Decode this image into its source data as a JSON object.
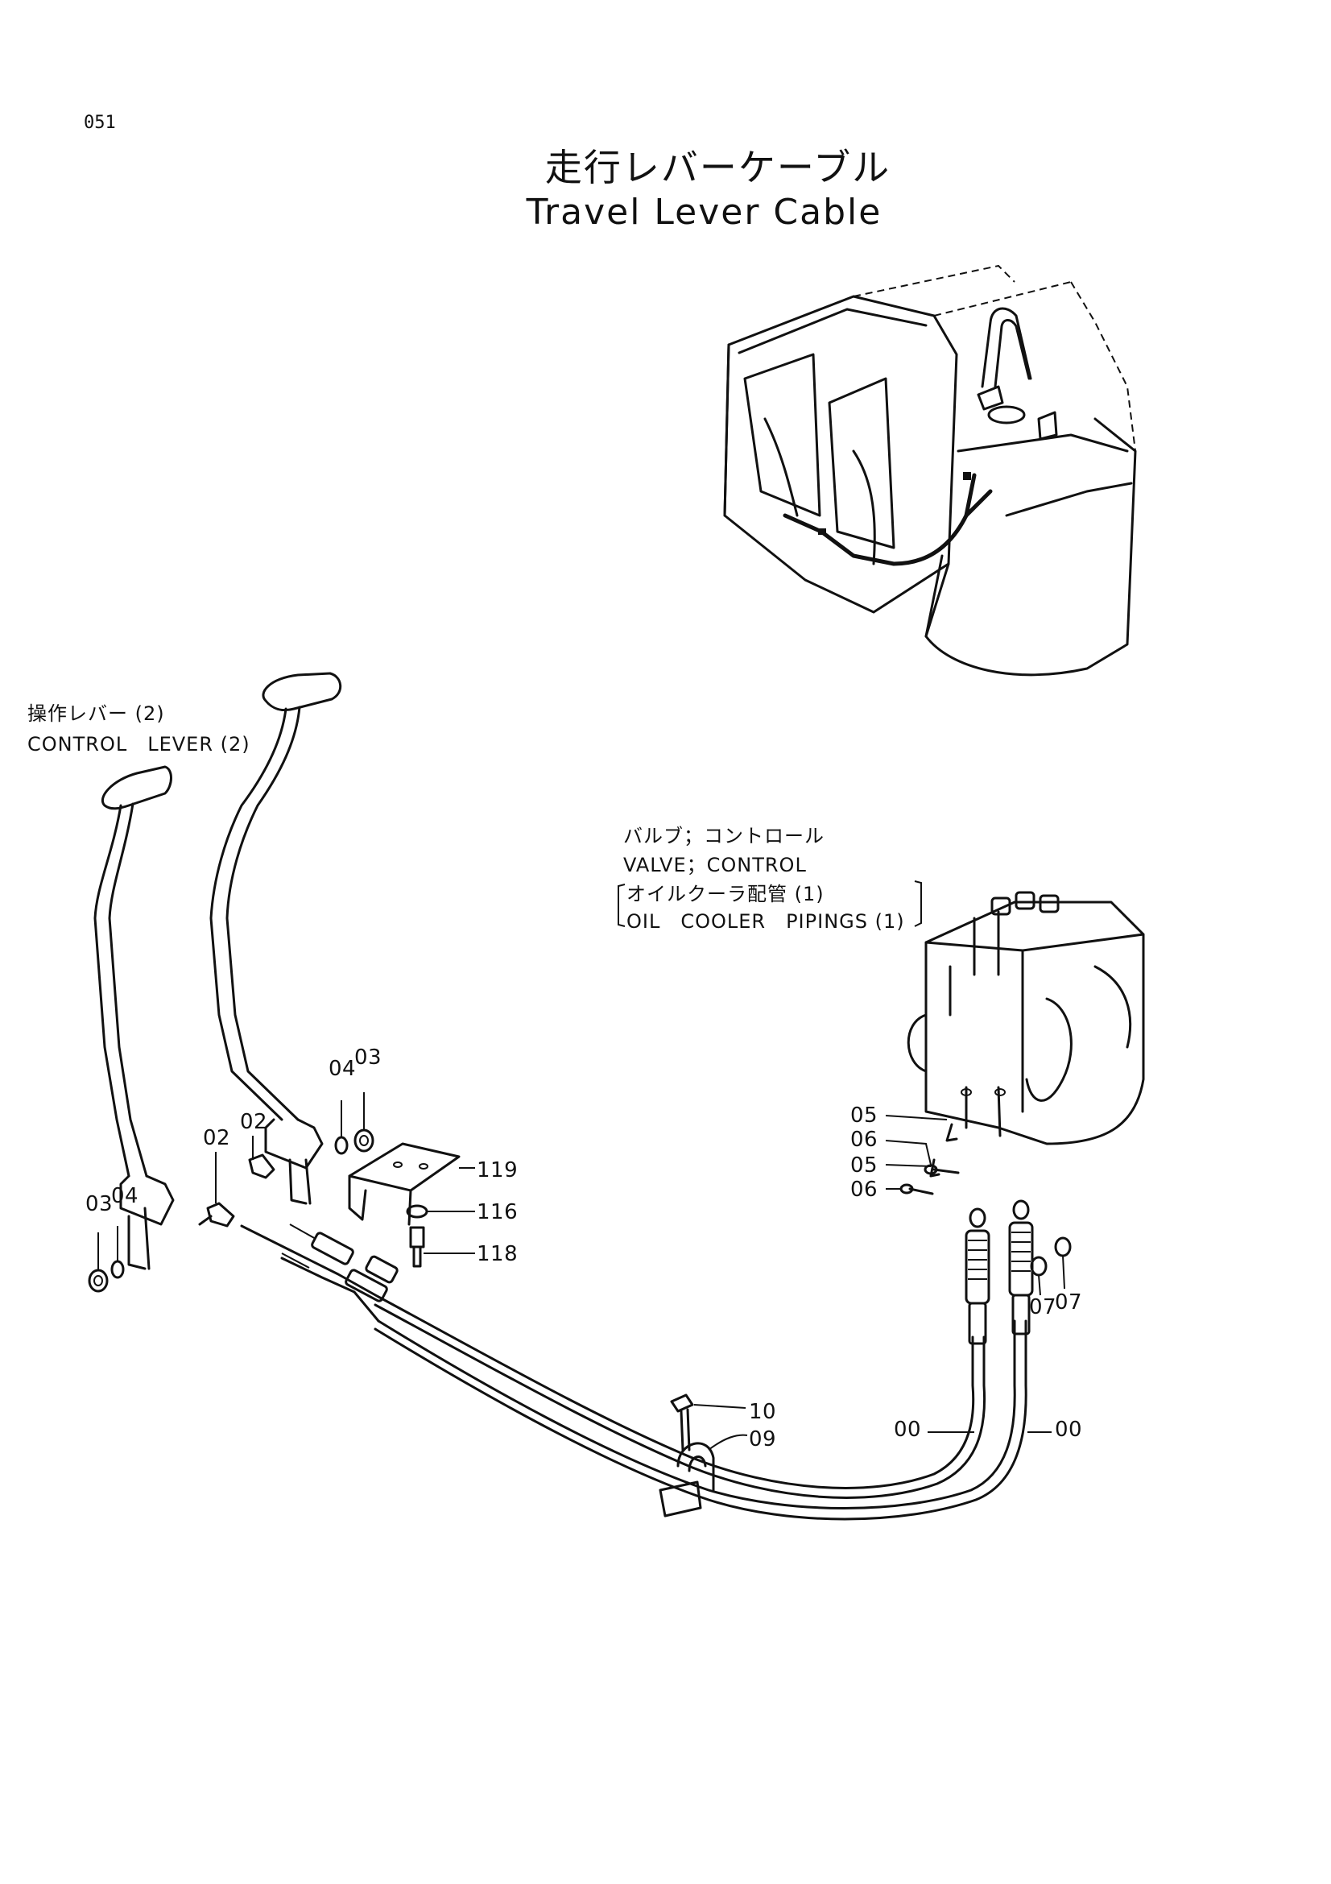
{
  "page_number": "051",
  "title_jp": "走行レバーケーブル",
  "title_en": "Travel Lever Cable",
  "notes": {
    "control_lever_jp": "操作レバー (2)",
    "control_lever_en": "CONTROL　LEVER (2)",
    "valve_jp": "バルブ；コントロール",
    "valve_en": "VALVE；CONTROL",
    "oil_cooler_jp": "オイルクーラ配管 (1)",
    "oil_cooler_en": "OIL　COOLER　PIPINGS (1)"
  },
  "callouts": {
    "c03_left": "03",
    "c04_left": "04",
    "c02_left": "02",
    "c02_mid": "02",
    "c04_mid": "04",
    "c03_mid": "03",
    "c119": "119",
    "c116": "116",
    "c118": "118",
    "c05_a": "05",
    "c06_a": "06",
    "c05_b": "05",
    "c06_b": "06",
    "c07_a": "07",
    "c07_b": "07",
    "c10": "10",
    "c09": "09",
    "c00_a": "00",
    "c00_b": "00"
  }
}
